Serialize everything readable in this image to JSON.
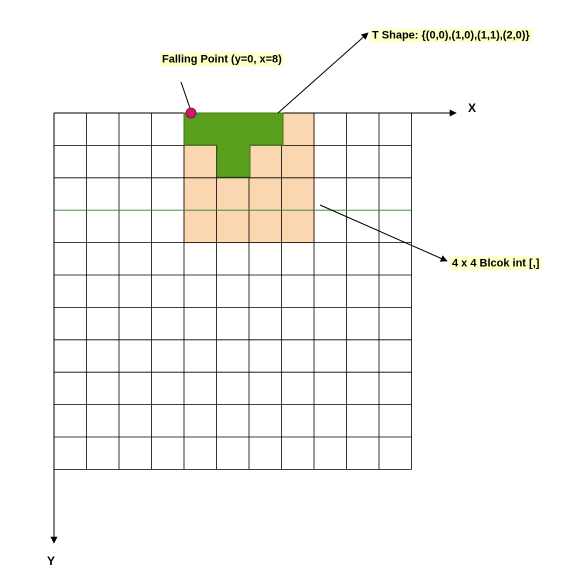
{
  "labels": {
    "t_shape": "T Shape: {(0,0),(1,0),(1,1),(2,0)}",
    "falling_point": "Falling Point (y=0, x=8)",
    "block": "4 x 4 Blcok int [,]",
    "x_axis": "X",
    "y_axis": "Y"
  },
  "grid": {
    "columns": 11,
    "rows": 11,
    "block_size": 4,
    "block_column": 4,
    "block_row": 0
  },
  "t_shape_cells": [
    [
      0,
      0
    ],
    [
      1,
      0
    ],
    [
      1,
      1
    ],
    [
      2,
      0
    ]
  ],
  "colors": {
    "block_fill": "#fad7b0",
    "block_stroke": "#f0a860",
    "t_shape_fill": "#5a9e1e",
    "t_shape_stroke": "#3d7a10",
    "falling_point": "#d0186e",
    "label_background": "#ffffc8",
    "grid_line": "#000000",
    "highlight_line": "#2e7d32"
  }
}
